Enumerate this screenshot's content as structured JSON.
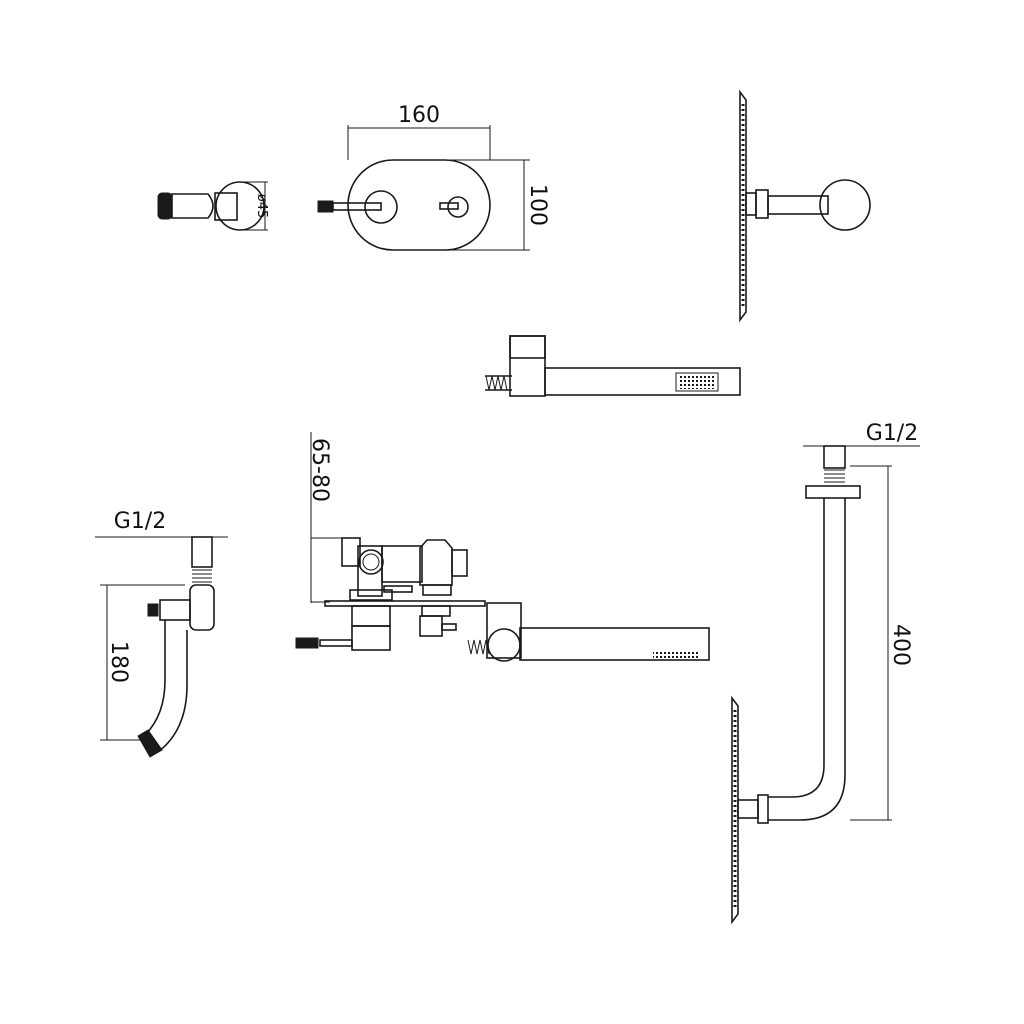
{
  "drawing": {
    "dimensions": {
      "wall_outlet_diameter": "ø45",
      "faceplate_width": "160",
      "faceplate_height": "100",
      "mixer_depth": "65-80",
      "spout_thread": "G1/2",
      "spout_height": "180",
      "ceiling_arm_thread": "G1/2",
      "ceiling_arm_length": "400"
    },
    "colors": {
      "line": "#1a1a1a",
      "background": "#ffffff"
    }
  }
}
